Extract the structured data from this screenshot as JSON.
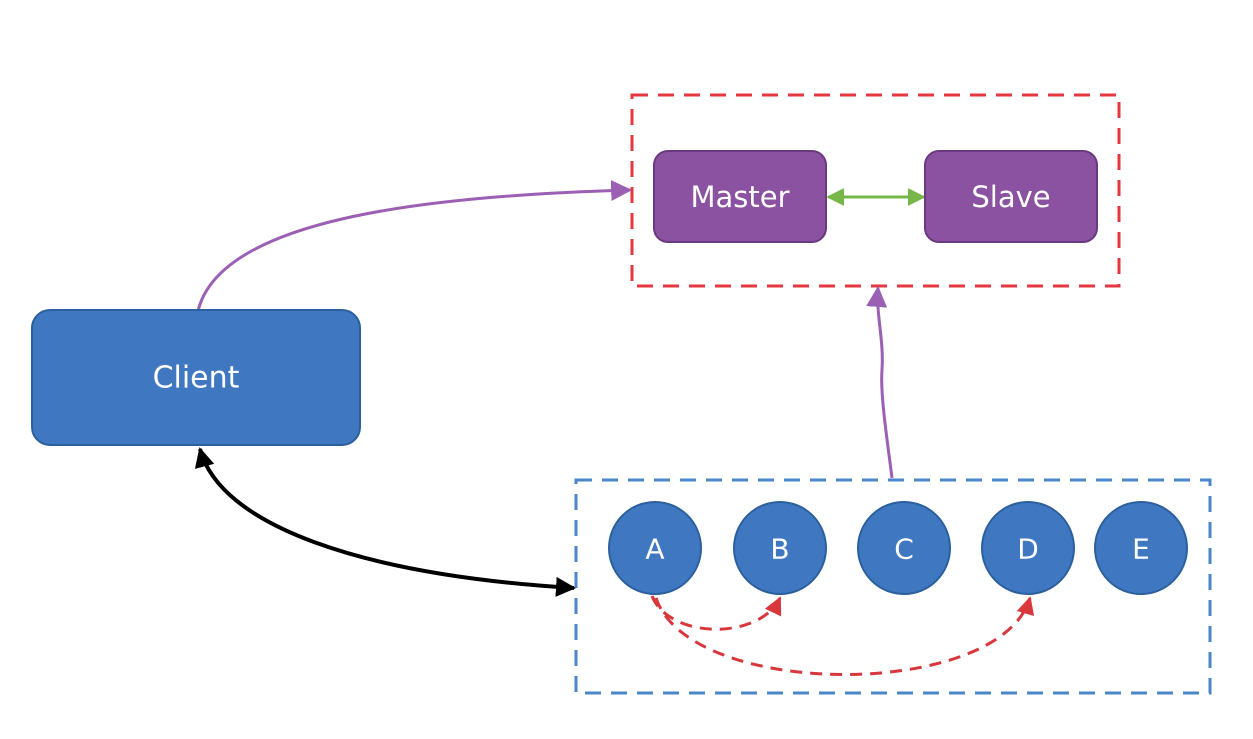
{
  "colors": {
    "client_fill": "#3f78c0",
    "client_stroke": "#2c5f9e",
    "server_fill": "#8b52a1",
    "server_stroke": "#6a3a80",
    "cluster_border_top": "#e4373f",
    "cluster_border_bottom": "#4a86c8",
    "edge_client_to_master": "#9b5fb4",
    "edge_master_slave": "#77b74a",
    "edge_c_to_cluster": "#9b5fb4",
    "edge_client_nodes": "#000000",
    "edge_node_redirect": "#d8373b",
    "label_text": "#ffffff"
  },
  "diagram": {
    "client": {
      "label": "Client"
    },
    "master": {
      "label": "Master"
    },
    "slave": {
      "label": "Slave"
    },
    "nodes": [
      {
        "label": "A"
      },
      {
        "label": "B"
      },
      {
        "label": "C"
      },
      {
        "label": "D"
      },
      {
        "label": "E"
      }
    ]
  }
}
